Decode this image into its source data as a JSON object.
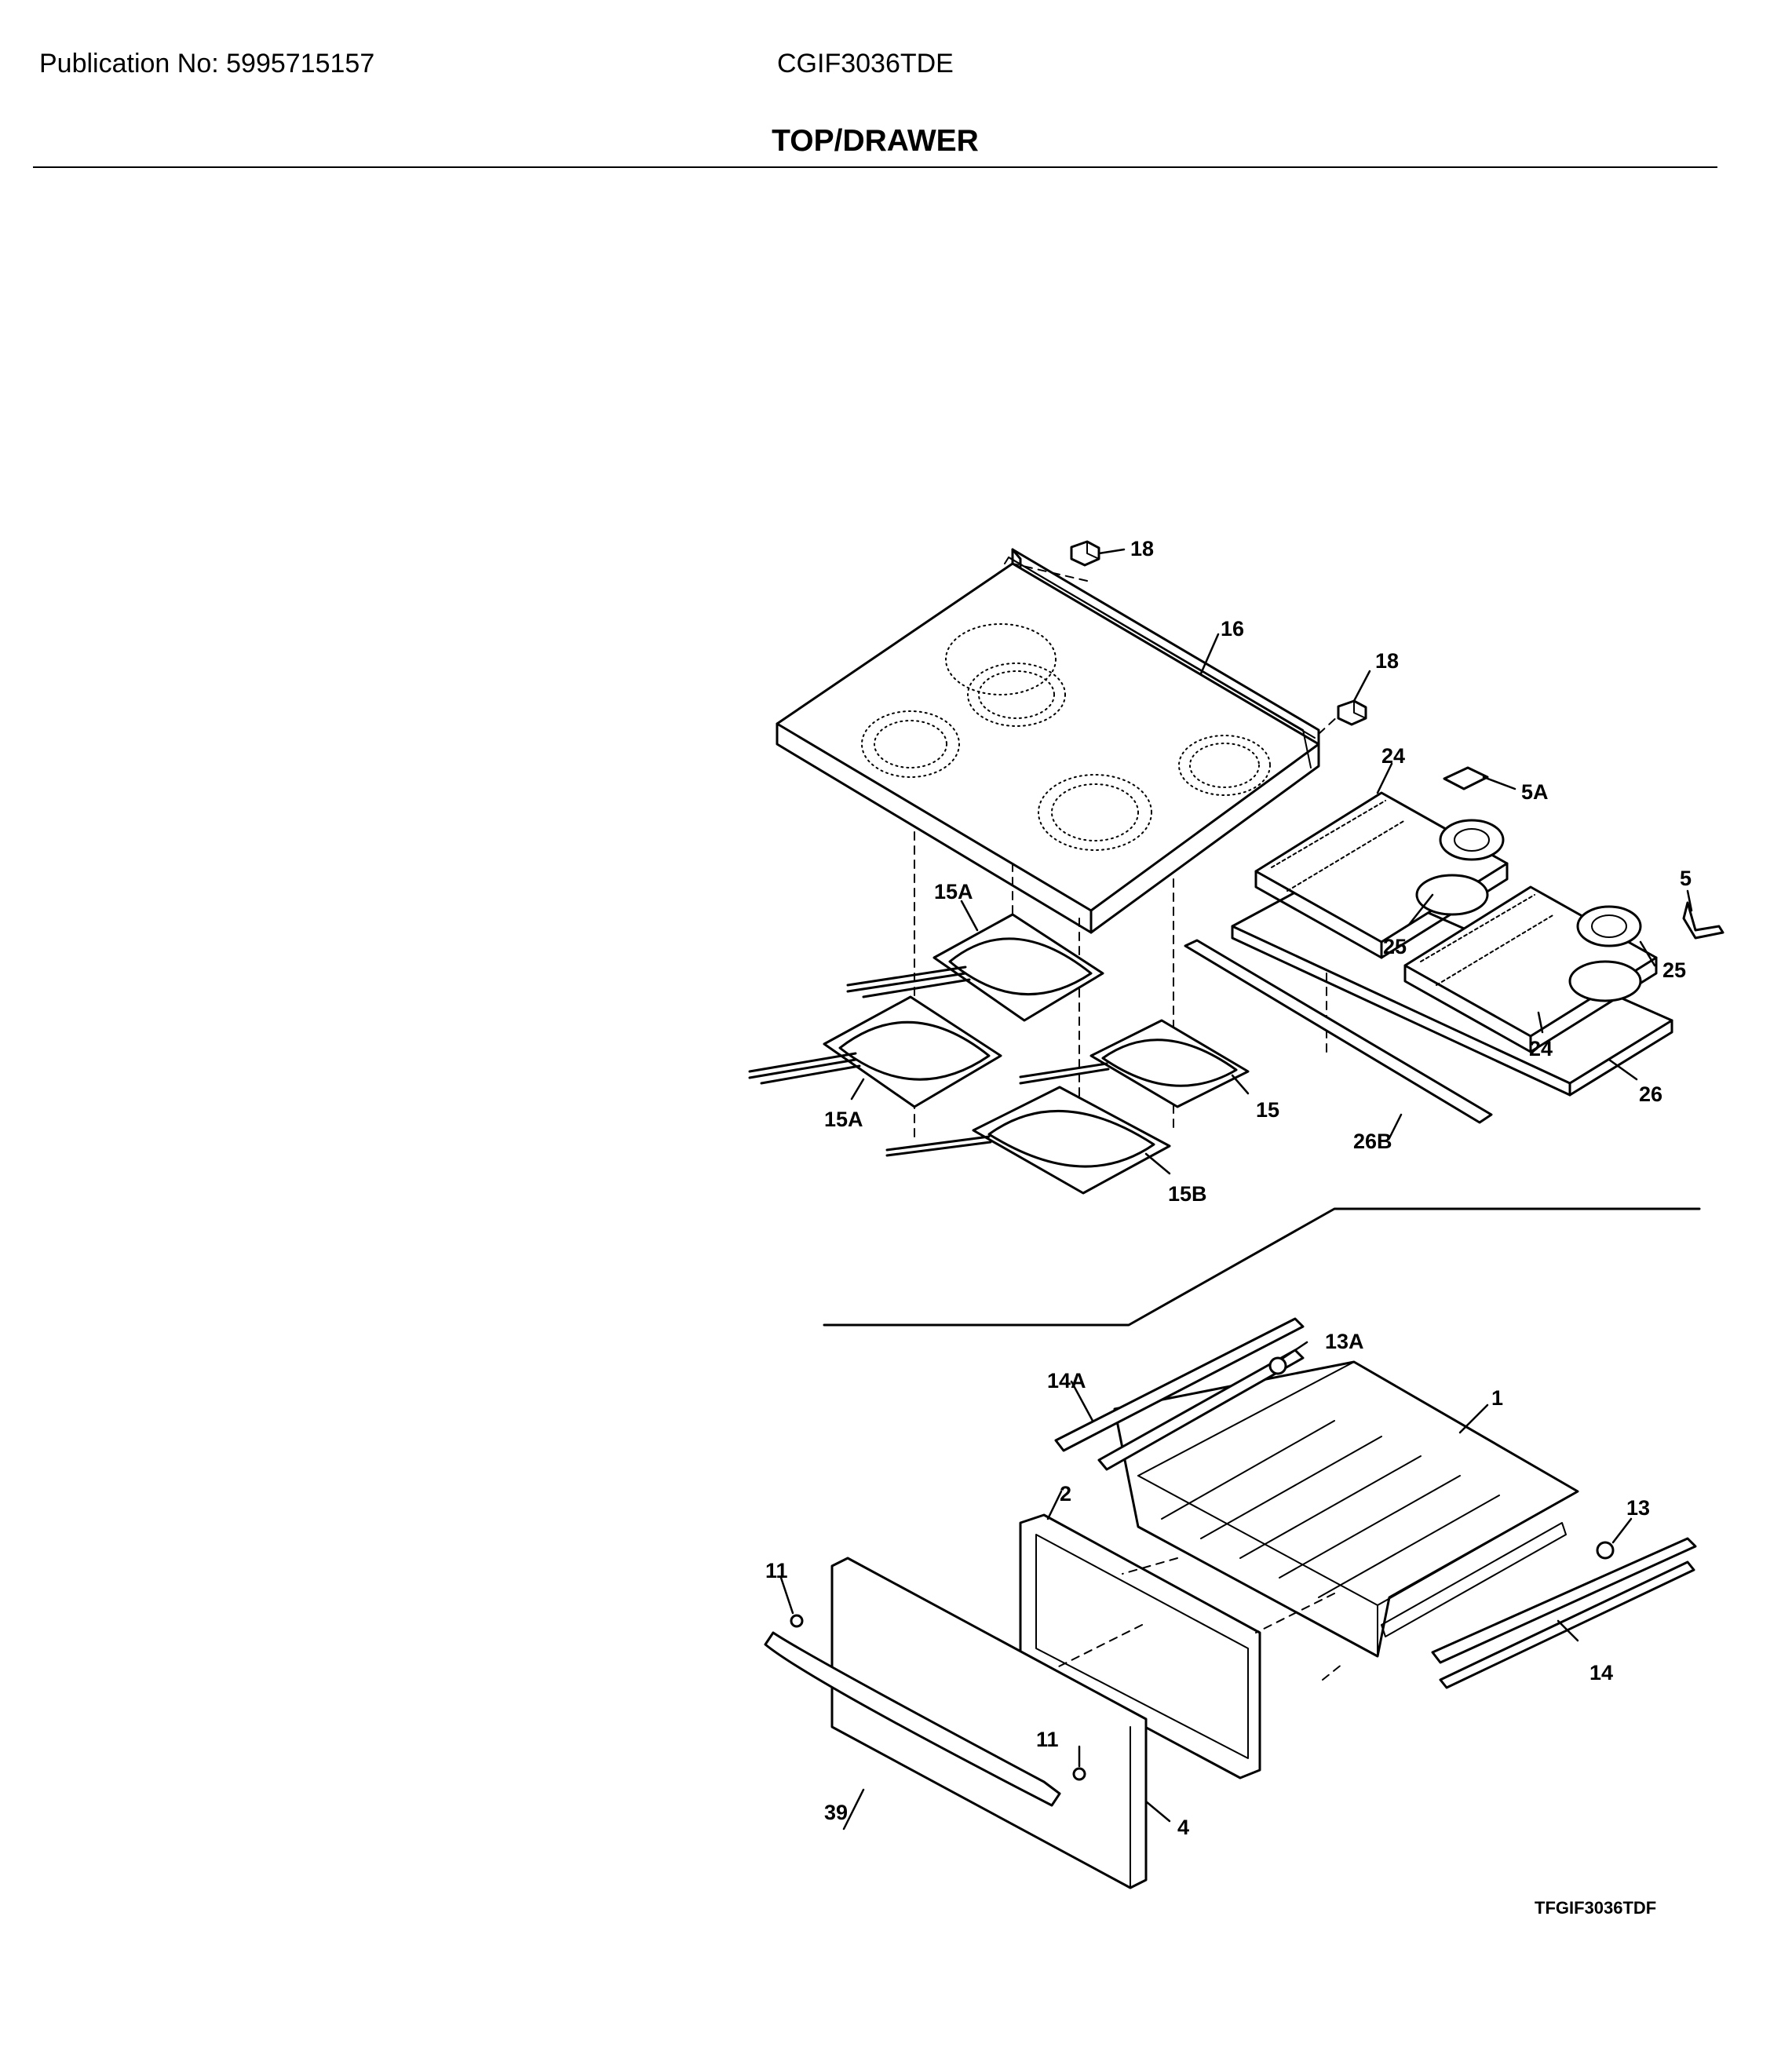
{
  "header": {
    "publication": "Publication No: 5995715157",
    "model": "CGIF3036TDE",
    "section_title": "TOP/DRAWER"
  },
  "callouts": {
    "c18a": "18",
    "c16": "16",
    "c18b": "18",
    "c24a": "24",
    "c5a": "5A",
    "c5": "5",
    "c15a_top": "15A",
    "c25a": "25",
    "c25b": "25",
    "c24b": "24",
    "c26": "26",
    "c15a_low": "15A",
    "c15": "15",
    "c26b": "26B",
    "c15b": "15B",
    "c13a": "13A",
    "c14a": "14A",
    "c1": "1",
    "c2": "2",
    "c13": "13",
    "c11a": "11",
    "c14": "14",
    "c11b": "11",
    "c39": "39",
    "c4": "4"
  },
  "footer": {
    "diagram_code": "TFGIF3036TDF"
  }
}
